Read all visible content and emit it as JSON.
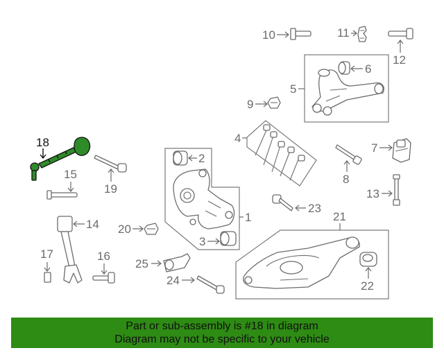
{
  "callouts": {
    "c1": "1",
    "c2": "2",
    "c3": "3",
    "c4": "4",
    "c5": "5",
    "c6": "6",
    "c7": "7",
    "c8": "8",
    "c9": "9",
    "c10": "10",
    "c11": "11",
    "c12": "12",
    "c13": "13",
    "c14": "14",
    "c15": "15",
    "c16": "16",
    "c17": "17",
    "c18": "18",
    "c19": "19",
    "c20": "20",
    "c21": "21",
    "c22": "22",
    "c23": "23",
    "c24": "24",
    "c25": "25"
  },
  "highlighted_part": "18",
  "colors": {
    "highlight_part": "#2f8a2a",
    "banner_bg": "#2e8b14",
    "line_art": "#6b6b6b"
  },
  "banner": {
    "line1": "Part or sub-assembly is #18 in diagram",
    "line2": "Diagram may not be specific to your vehicle"
  }
}
